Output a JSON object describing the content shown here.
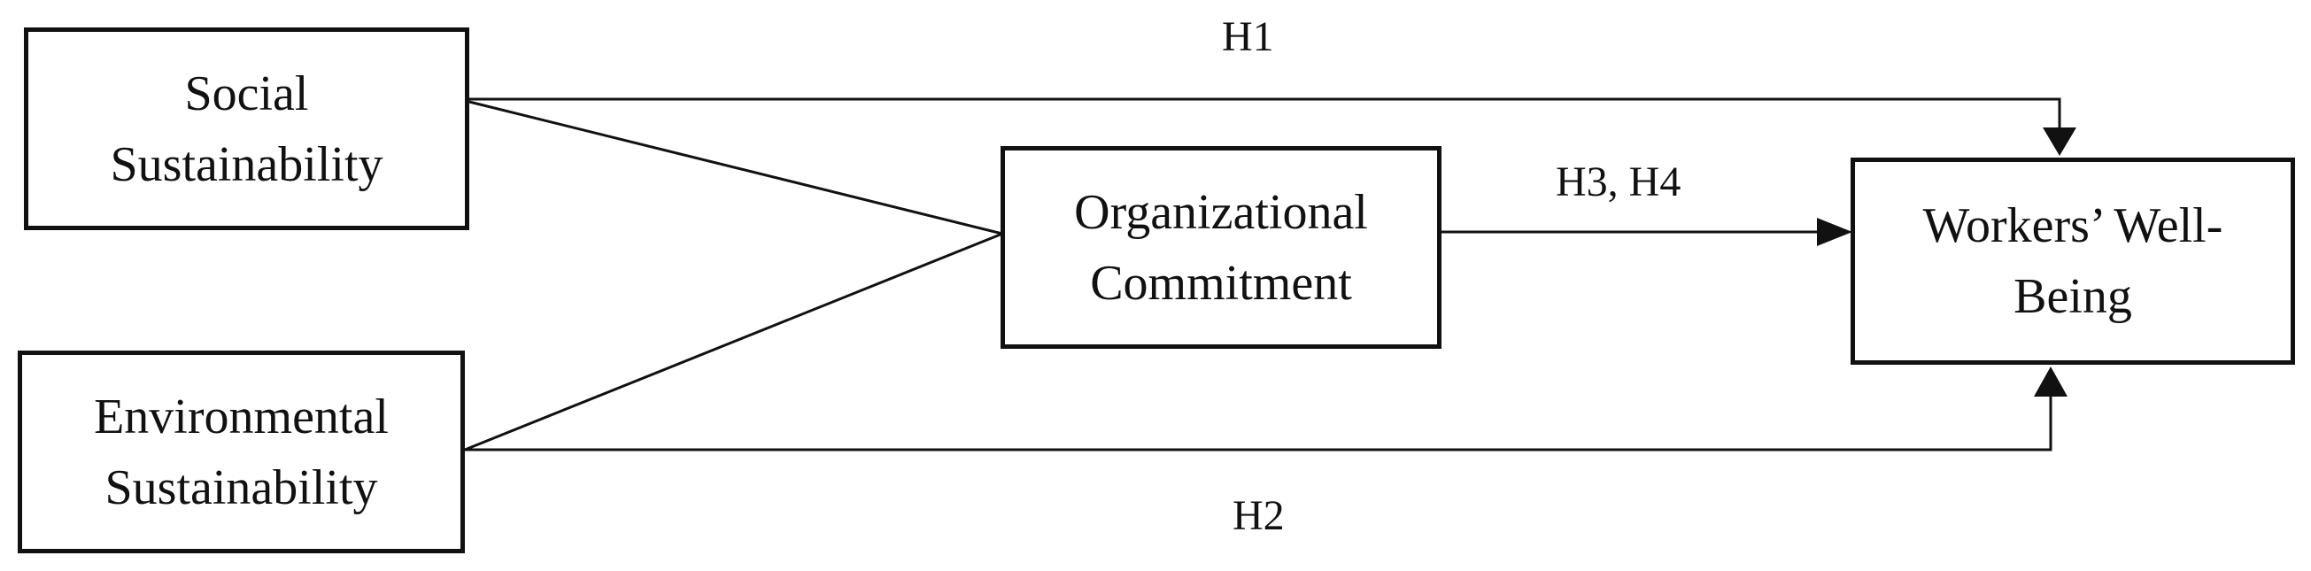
{
  "diagram": {
    "nodes": {
      "social": {
        "label": "Social\nSustainability"
      },
      "environmental": {
        "label": "Environmental\nSustainability"
      },
      "commitment": {
        "label": "Organizational\nCommitment"
      },
      "wellbeing": {
        "label": "Workers’ Well-\nBeing"
      }
    },
    "hypotheses": {
      "h1": "H1",
      "h2": "H2",
      "h34": "H3, H4"
    },
    "colors": {
      "stroke": "#111111",
      "background": "#ffffff"
    }
  }
}
